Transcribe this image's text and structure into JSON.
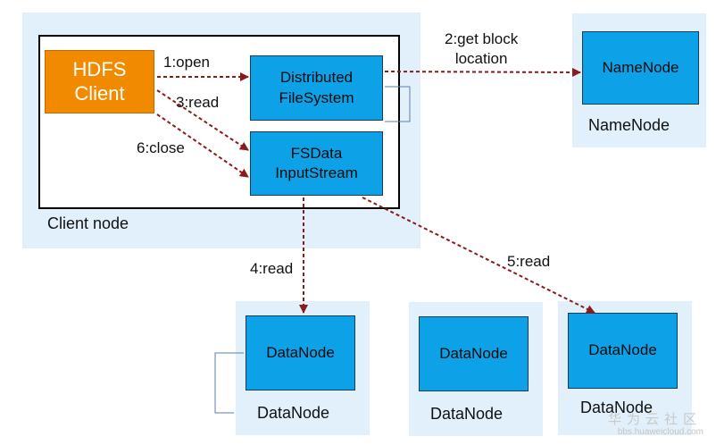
{
  "client_node": {
    "label": "Client node",
    "hdfs_client": "HDFS\nClient",
    "distributed_fs": "Distributed\nFileSystem",
    "fsdata_stream": "FSData\nInputStream"
  },
  "namenode": {
    "box": "NameNode",
    "label": "NameNode"
  },
  "datanodes": [
    {
      "box": "DataNode",
      "label": "DataNode"
    },
    {
      "box": "DataNode",
      "label": "DataNode"
    },
    {
      "box": "DataNode",
      "label": "DataNode"
    }
  ],
  "edges": {
    "open": "1:open",
    "get_block": "2:get block\nlocation",
    "read3": "3:read",
    "read4": "4:read",
    "read5": "5:read",
    "close": "6:close"
  },
  "colors": {
    "arrow": "#8b1a1a",
    "node_fill": "#0da2e7",
    "client_fill": "#f28a00",
    "panel": "#e1f0fa"
  },
  "watermark": {
    "text_cn": "华为云社区",
    "url": "bbs.huaweicloud.com"
  }
}
